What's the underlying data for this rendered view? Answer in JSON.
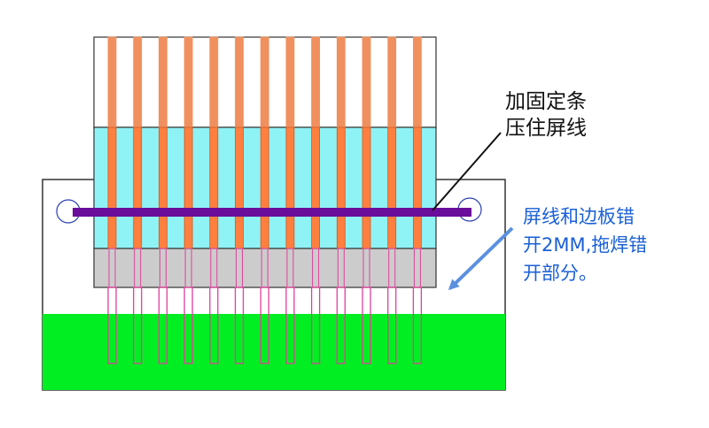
{
  "diagram": {
    "label_top": {
      "line1": "加固定条",
      "line2": "压住屏线"
    },
    "label_side": {
      "line1": "屏线和边板错",
      "line2": "开2MM,拖焊错",
      "line3": "开部分。"
    },
    "colors": {
      "cyan_panel": "#8ff2f5",
      "gray_band": "#cccccc",
      "green_base": "#00ee22",
      "purple_bar": "#6a0d9a",
      "copper_trace": "#f0905e",
      "copper_fill": "#ff7f3f",
      "pink_outline": "#e0409a",
      "side_text": "#1a5fd6",
      "arrow_blue": "#5a90e0"
    },
    "trace_count": 13
  }
}
